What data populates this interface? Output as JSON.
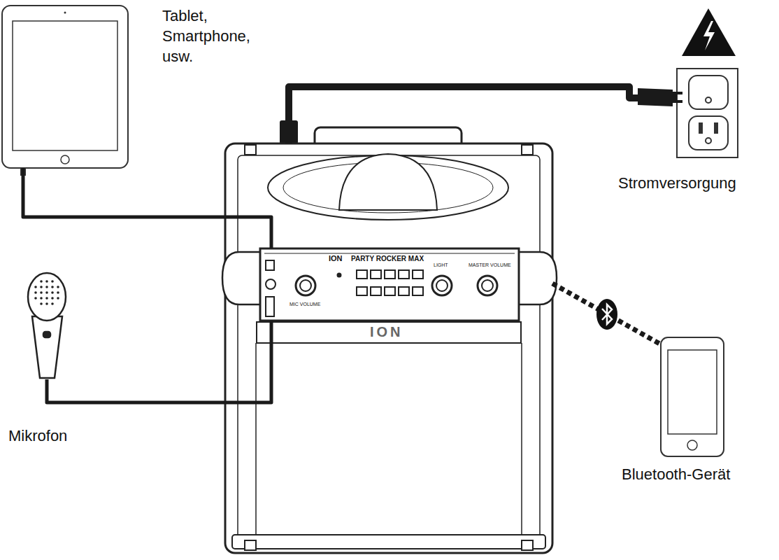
{
  "diagram": {
    "nodes": [
      {
        "text": [
          "Tablet, Smartphone, usw."
        ]
      },
      {
        "text": [
          "Stromversorgung"
        ]
      },
      {
        "text": [
          "ION"
        ]
      },
      {
        "text": [
          "ION",
          "PARTY ROCKER MAX",
          "MIC VOLUME",
          "LIGHT",
          "MASTER VOLUME"
        ],
        "in": 2
      },
      {
        "text": [
          "Mikrofon"
        ]
      },
      {
        "text": [
          "Bluetooth-Gerät"
        ]
      }
    ],
    "edges": [
      {
        "from": 0,
        "to": 3,
        "arrow": "none"
      },
      {
        "from": 4,
        "to": 3,
        "arrow": "none"
      },
      {
        "from": 2,
        "to": 1,
        "arrow": "none"
      },
      {
        "from": 2,
        "to": 5,
        "arrow": "none"
      }
    ]
  }
}
